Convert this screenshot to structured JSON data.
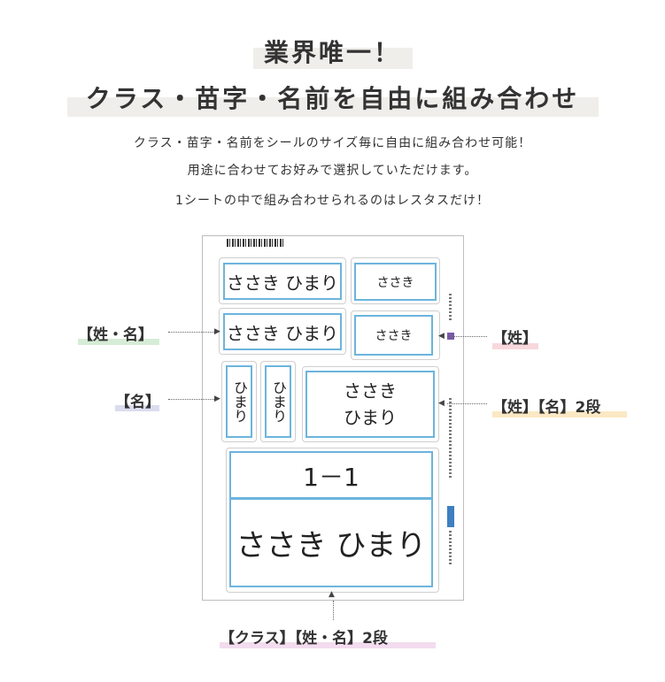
{
  "heading": {
    "line1": "業界唯一！",
    "line2": "クラス・苗字・名前を自由に組み合わせ"
  },
  "intro": {
    "line1": "クラス・苗字・名前をシールのサイズ毎に自由に組み合わせ可能！",
    "line2": "用途に合わせてお好みで選択していただけます。",
    "line3": "1シートの中で組み合わせられるのはレスタスだけ！"
  },
  "sheet": {
    "full_name": "ささき ひまり",
    "surname": "ささき",
    "given": "ひまり",
    "class": "1－1"
  },
  "callouts": {
    "surname_name": "【姓・名】",
    "name": "【名】",
    "surname": "【姓】",
    "surname_name_2row": "【姓】【名】2段",
    "class_surname_name_2row": "【クラス】【姓・名】2段"
  },
  "colors": {
    "label_border": "#6cb4dd",
    "highlight_gray": "#f0eeea",
    "marker_green": "#d6ecd6",
    "marker_purple": "#dcdcf0",
    "marker_pink": "#f8d8dc",
    "marker_yellow": "#fbe8c4",
    "marker_lavender": "#f3dcee"
  }
}
